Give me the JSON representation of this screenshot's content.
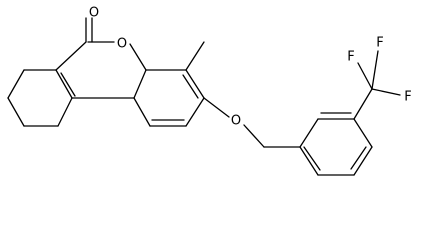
{
  "molecule": {
    "atom_labels": {
      "carbonyl_oxygen": "O",
      "ring_oxygen": "O",
      "ether_oxygen": "O",
      "fluorine_1": "F",
      "fluorine_2": "F",
      "fluorine_3": "F"
    },
    "colors": {
      "background": "#ffffff",
      "bond": "#000000",
      "label": "#000000"
    }
  }
}
